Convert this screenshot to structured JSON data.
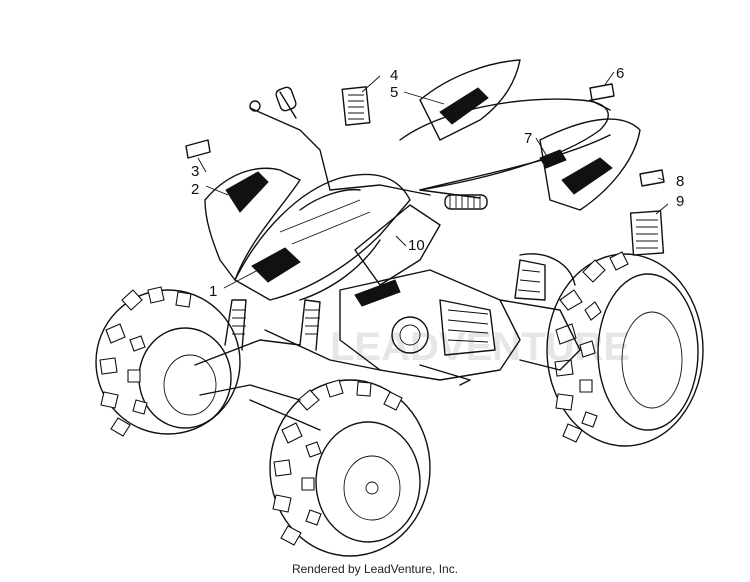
{
  "watermark": "LEADVENTURE",
  "footer": {
    "credit": "Rendered by LeadVenture, Inc."
  },
  "callouts": [
    {
      "id": "1",
      "label": "1"
    },
    {
      "id": "2",
      "label": "2"
    },
    {
      "id": "3",
      "label": "3"
    },
    {
      "id": "4",
      "label": "4"
    },
    {
      "id": "5",
      "label": "5"
    },
    {
      "id": "6",
      "label": "6"
    },
    {
      "id": "7",
      "label": "7"
    },
    {
      "id": "8",
      "label": "8"
    },
    {
      "id": "9",
      "label": "9"
    },
    {
      "id": "10",
      "label": "10"
    }
  ]
}
